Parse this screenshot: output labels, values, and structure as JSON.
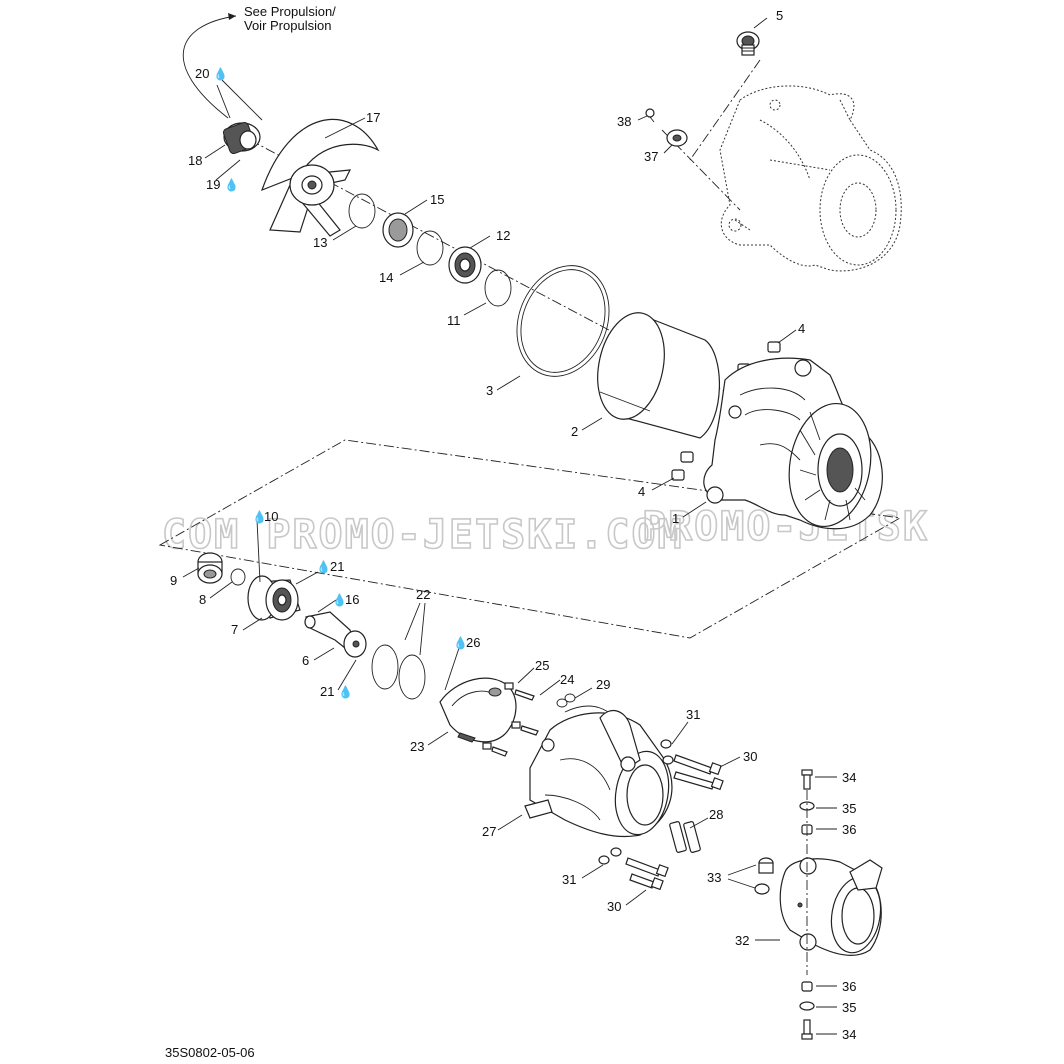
{
  "references": {
    "see_propulsion": "See Propulsion/",
    "voir_propulsion": "Voir Propulsion"
  },
  "watermark": {
    "left": "COM  PROMO-JETSKI.COM",
    "right": "PROMO-JETSK"
  },
  "drawing_code": "35S0802-05-06",
  "lubricant_icon": "oil-drop-icon",
  "callouts": [
    {
      "id": "c20",
      "text": "20",
      "drop": true
    },
    {
      "id": "c17",
      "text": "17",
      "drop": false
    },
    {
      "id": "c18",
      "text": "18",
      "drop": false
    },
    {
      "id": "c19",
      "text": "19",
      "drop": true
    },
    {
      "id": "c15",
      "text": "15",
      "drop": false
    },
    {
      "id": "c13",
      "text": "13",
      "drop": false
    },
    {
      "id": "c12",
      "text": "12",
      "drop": false
    },
    {
      "id": "c14",
      "text": "14",
      "drop": false
    },
    {
      "id": "c11",
      "text": "11",
      "drop": false
    },
    {
      "id": "c5",
      "text": "5",
      "drop": false
    },
    {
      "id": "c38",
      "text": "38",
      "drop": false
    },
    {
      "id": "c37",
      "text": "37",
      "drop": false
    },
    {
      "id": "c4a",
      "text": "4",
      "drop": false
    },
    {
      "id": "c3",
      "text": "3",
      "drop": false
    },
    {
      "id": "c2",
      "text": "2",
      "drop": false
    },
    {
      "id": "c4b",
      "text": "4",
      "drop": false
    },
    {
      "id": "c1",
      "text": "1",
      "drop": false
    },
    {
      "id": "c10",
      "text": "10",
      "drop": true
    },
    {
      "id": "c9",
      "text": "9",
      "drop": false
    },
    {
      "id": "c8",
      "text": "8",
      "drop": false
    },
    {
      "id": "c21a",
      "text": "21",
      "drop": true
    },
    {
      "id": "c16",
      "text": "16",
      "drop": true
    },
    {
      "id": "c7",
      "text": "7",
      "drop": false
    },
    {
      "id": "c22",
      "text": "22",
      "drop": false
    },
    {
      "id": "c6",
      "text": "6",
      "drop": false
    },
    {
      "id": "c26",
      "text": "26",
      "drop": true
    },
    {
      "id": "c21b",
      "text": "21",
      "drop": true
    },
    {
      "id": "c25",
      "text": "25",
      "drop": false
    },
    {
      "id": "c24",
      "text": "24",
      "drop": false
    },
    {
      "id": "c29",
      "text": "29",
      "drop": false
    },
    {
      "id": "c23",
      "text": "23",
      "drop": false
    },
    {
      "id": "c31a",
      "text": "31",
      "drop": false
    },
    {
      "id": "c30a",
      "text": "30",
      "drop": false
    },
    {
      "id": "c27",
      "text": "27",
      "drop": false
    },
    {
      "id": "c28",
      "text": "28",
      "drop": false
    },
    {
      "id": "c31b",
      "text": "31",
      "drop": false
    },
    {
      "id": "c30b",
      "text": "30",
      "drop": false
    },
    {
      "id": "c34a",
      "text": "34",
      "drop": false
    },
    {
      "id": "c35a",
      "text": "35",
      "drop": false
    },
    {
      "id": "c36a",
      "text": "36",
      "drop": false
    },
    {
      "id": "c33",
      "text": "33",
      "drop": false
    },
    {
      "id": "c32",
      "text": "32",
      "drop": false
    },
    {
      "id": "c36b",
      "text": "36",
      "drop": false
    },
    {
      "id": "c35b",
      "text": "35",
      "drop": false
    },
    {
      "id": "c34b",
      "text": "34",
      "drop": false
    }
  ]
}
